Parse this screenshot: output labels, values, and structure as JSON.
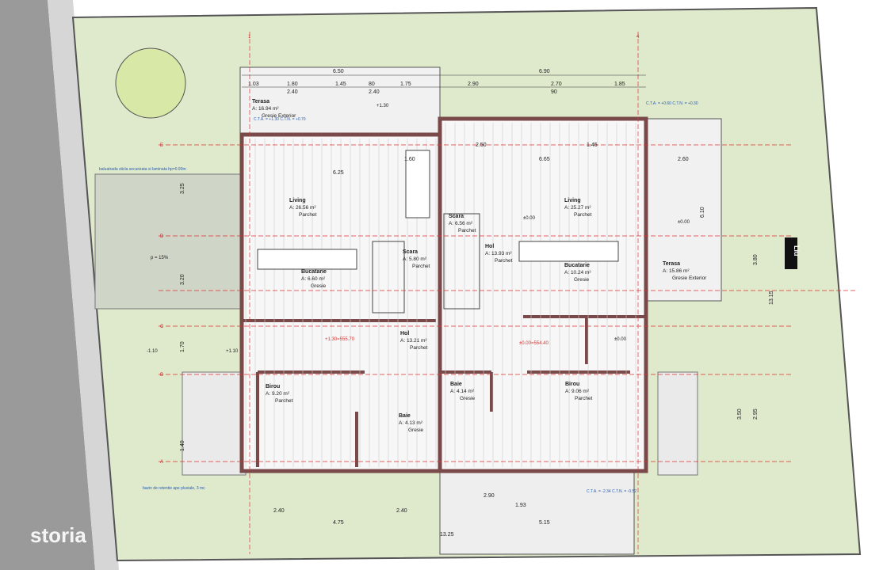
{
  "plan": {
    "colors": {
      "site": "#dfe9cc",
      "road": "#9a9a9a",
      "floor": "#f6f6f6",
      "wall": "#7a4a4a",
      "axis": "#d33",
      "note": "#2a5db0",
      "dims": "#222"
    },
    "rooms": [
      {
        "name": "Terasa",
        "area": "A:   16.94 m²",
        "floor": "Gresie Exterior"
      },
      {
        "name": "Living",
        "area": "A: 26.56 m²",
        "floor": "Parchet"
      },
      {
        "name": "Bucatarie",
        "area": "A: 6.60 m²",
        "floor": "Gresie"
      },
      {
        "name": "Scara",
        "area": "A: 5.80 m²",
        "floor": "Parchet"
      },
      {
        "name": "Hol",
        "area": "A: 13.21 m²",
        "floor": "Parchet"
      },
      {
        "name": "Birou",
        "area": "A: 9.20 m²",
        "floor": "Parchet"
      },
      {
        "name": "Baie",
        "area": "A: 4.13 m²",
        "floor": "Gresie"
      },
      {
        "name": "Living",
        "area": "A: 25.27 m²",
        "floor": "Parchet"
      },
      {
        "name": "Scara",
        "area": "A: 6.56 m²",
        "floor": "Parchet"
      },
      {
        "name": "Hol",
        "area": "A: 13.93 m²",
        "floor": "Parchet"
      },
      {
        "name": "Bucatarie",
        "area": "A: 10.24 m²",
        "floor": "Gresie"
      },
      {
        "name": "Terasa",
        "area": "A:   15.86 m²",
        "floor": "Gresie Exterior"
      },
      {
        "name": "Baie",
        "area": "A: 4.14 m²",
        "floor": "Gresie"
      },
      {
        "name": "Birou",
        "area": "A: 9.06 m²",
        "floor": "Parchet"
      }
    ],
    "levels": [
      "+1.30",
      "±0.00",
      "±0.00",
      "-1.10",
      "+1.10",
      "±0.00",
      "+1.30=555.70",
      "±0.00=554.40"
    ],
    "dims_top": [
      "6.50",
      "6.90",
      "1.03",
      "1.80",
      "1.45",
      "80",
      "1.75",
      "2.90",
      "2.70",
      "1.85",
      "2.40",
      "2.40",
      "90",
      "6.25",
      "1.60",
      "2.50",
      "6.65",
      "1.45",
      "2.60"
    ],
    "dims_bottom": [
      "2.40",
      "4.75",
      "2.40",
      "5.15",
      "13.25",
      "1.93",
      "2.90"
    ],
    "dims_right": [
      "13.15",
      "6.10",
      "3.80",
      "3.50",
      "2.95"
    ],
    "dims_left": [
      "3.25",
      "3.20",
      "1.70",
      "1.40"
    ],
    "axes": [
      "E",
      "D",
      "C",
      "B",
      "A",
      "1",
      "4"
    ],
    "notes": [
      "baluatrada sticla securizata si laminata hp=0.90m",
      "C.T.A. = +1.30  C.T.N. = +0.70",
      "C.T.A. = +0.60  C.T.N. = +0.30",
      "C.T.A. = -2.34  C.T.N. = -0.52",
      "bazin de retentie ape pluviale, 3 mc",
      "p = 15%"
    ],
    "street_label": "Liu",
    "watermark": "storia"
  }
}
